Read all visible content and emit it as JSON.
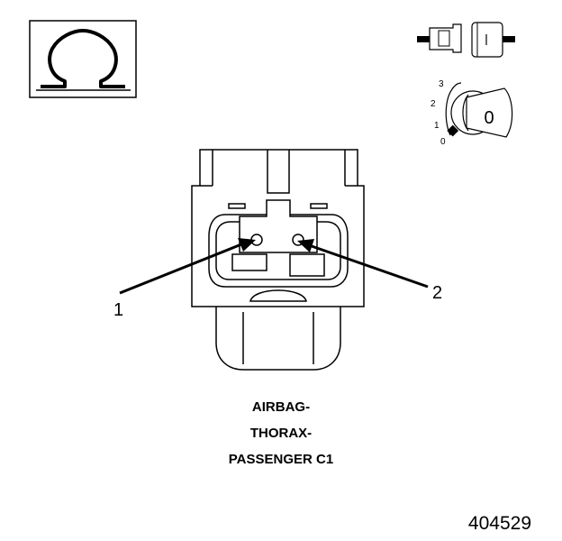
{
  "callouts": [
    {
      "id": "1",
      "label": "1"
    },
    {
      "id": "2",
      "label": "2"
    }
  ],
  "key_positions": [
    "3",
    "2",
    "1",
    "0"
  ],
  "key_face_label": "0",
  "caption": {
    "line1": "AIRBAG-",
    "line2": "THORAX-",
    "line3": "PASSENGER C1"
  },
  "figure_number": "404529",
  "icons": [
    "ohm-symbol-icon",
    "connector-halves-icon",
    "ignition-key-off-icon"
  ]
}
